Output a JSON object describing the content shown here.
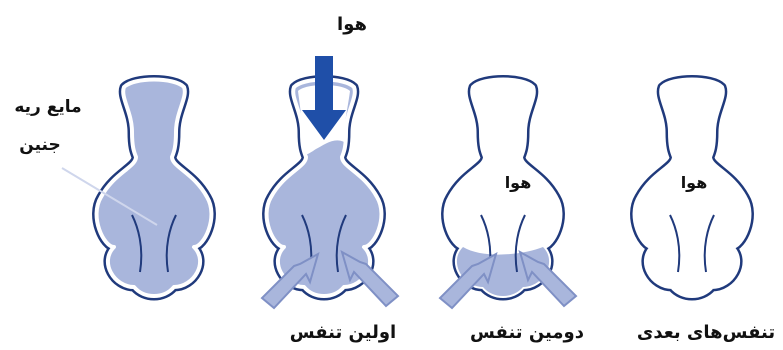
{
  "labels": {
    "top_air": "هوا",
    "fetal_lung_fluid_line1": "مایع ریه",
    "fetal_lung_fluid_line2": "جنین",
    "air_in_third": "هوا",
    "air_in_fourth": "هوا"
  },
  "captions": {
    "first_breath": "اولین تنفس",
    "second_breath": "دومین تنفس",
    "later_breaths": "تنفس‌های بعدی"
  },
  "colors": {
    "outline": "#203a7c",
    "fluid": "#a9b6dc",
    "arrow_big": "#1f4fa8",
    "arrow_small_fill": "#a9b6dc",
    "arrow_small_stroke": "#7f90c5",
    "pointer_line": "#cfd6ec",
    "background": "#ffffff"
  }
}
